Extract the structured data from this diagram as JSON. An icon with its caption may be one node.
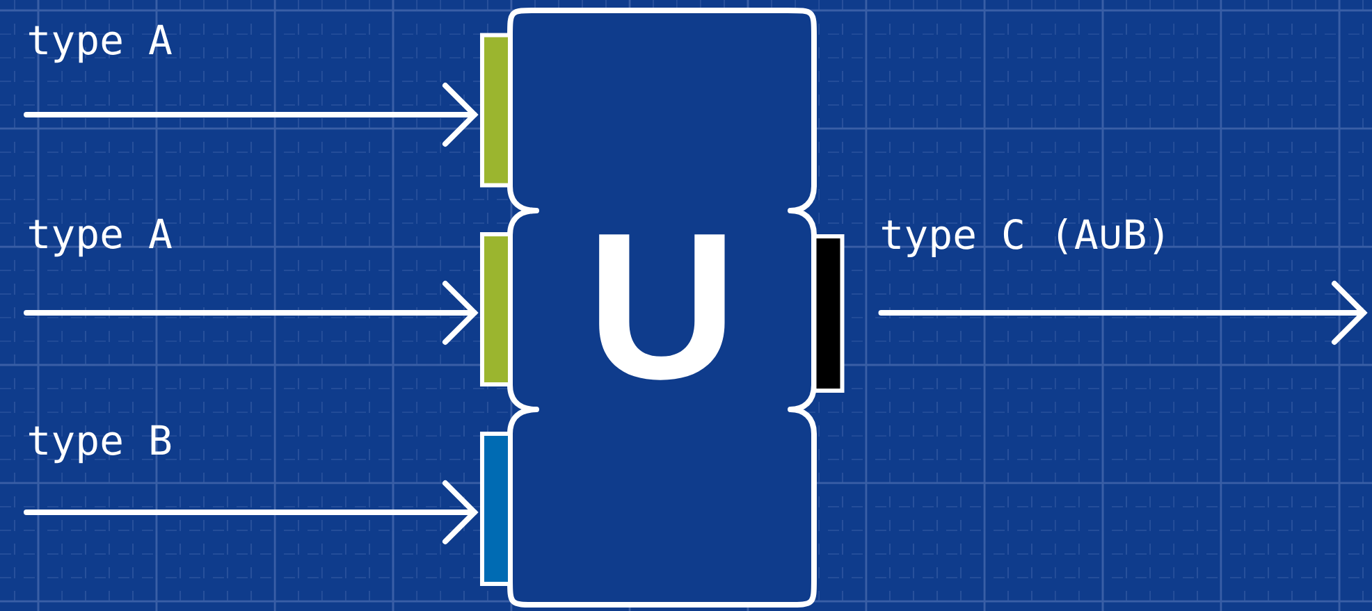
{
  "diagram": {
    "nodes": [
      {
        "text": [
          "U"
        ]
      },
      {
        "text": [],
        "shape": "bar"
      },
      {
        "text": [],
        "shape": "bar"
      },
      {
        "text": [],
        "shape": "bar"
      },
      {
        "text": [],
        "shape": "bar"
      }
    ],
    "edges": [
      {
        "from": null,
        "to": 1,
        "arrow": "to",
        "label": "type A"
      },
      {
        "from": null,
        "to": 2,
        "arrow": "to",
        "label": "type A"
      },
      {
        "from": null,
        "to": 3,
        "arrow": "to",
        "label": "type B"
      },
      {
        "from": 4,
        "to": null,
        "arrow": "to",
        "label": "type C (A∪B)"
      }
    ]
  }
}
